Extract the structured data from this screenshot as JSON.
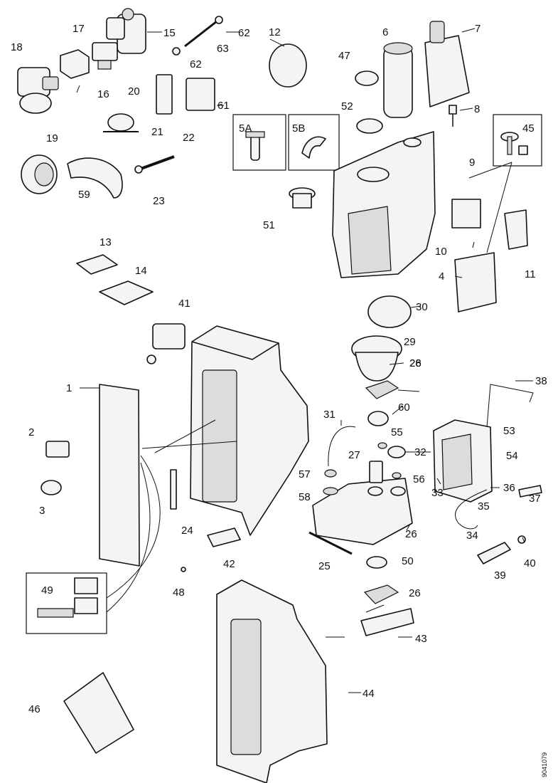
{
  "diagram": {
    "labels": [
      "1",
      "2",
      "3",
      "4",
      "5A",
      "5B",
      "6",
      "7",
      "8",
      "9",
      "10",
      "11",
      "12",
      "13",
      "14",
      "15",
      "16",
      "17",
      "18",
      "19",
      "20",
      "21",
      "22",
      "23",
      "24",
      "25",
      "26",
      "26",
      "26",
      "27",
      "28",
      "29",
      "30",
      "31",
      "32",
      "33",
      "34",
      "35",
      "36",
      "37",
      "38",
      "39",
      "40",
      "41",
      "42",
      "43",
      "44",
      "45",
      "46",
      "47",
      "48",
      "49",
      "50",
      "51",
      "52",
      "53",
      "54",
      "55",
      "56",
      "57",
      "58",
      "59",
      "60",
      "61",
      "62",
      "62",
      "63"
    ],
    "drawing_code": "9041079"
  }
}
